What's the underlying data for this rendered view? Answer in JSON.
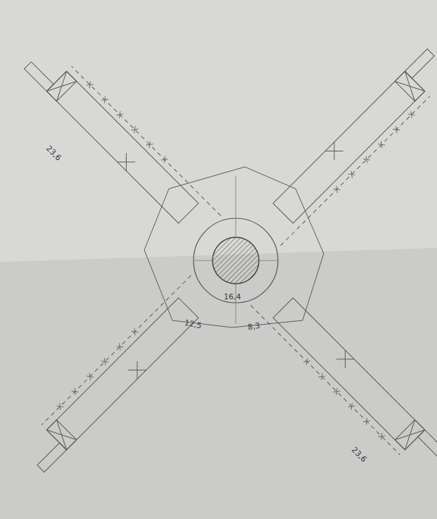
{
  "diagram": {
    "labels": [
      "23,6",
      "12,5",
      "8,3",
      "16,4",
      "23,6"
    ]
  }
}
